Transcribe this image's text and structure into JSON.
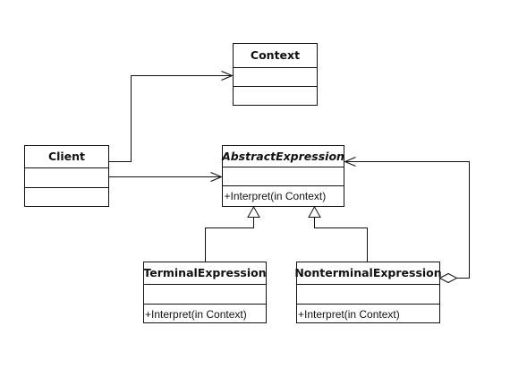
{
  "classes": {
    "context": {
      "name": "Context",
      "operation": ""
    },
    "client": {
      "name": "Client",
      "operation": ""
    },
    "abstract_expression": {
      "name": "AbstractExpression",
      "operation": "+Interpret(in Context)"
    },
    "terminal_expression": {
      "name": "TerminalExpression",
      "operation": "+Interpret(in Context)"
    },
    "nonterminal_expression": {
      "name": "NonterminalExpression",
      "operation": "+Interpret(in Context)"
    }
  },
  "colors": {
    "line": "#111111",
    "fill": "#ffffff"
  }
}
